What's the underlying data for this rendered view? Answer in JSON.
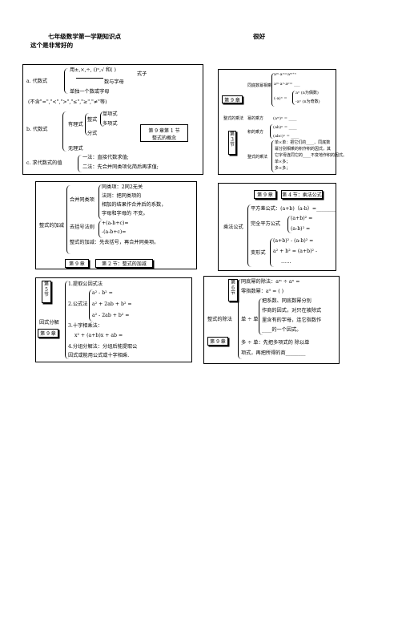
{
  "header": {
    "title": "七年级数学第一学期知识点",
    "right": "很好",
    "sub": "这个是非常好的"
  },
  "box1": {
    "a_label": "a. 代数式",
    "a_l1": "用±,×,÷, ()ⁿ,√ 和( )",
    "a_l2": "数与字母",
    "a_l3": "单独一个数或字母",
    "a_side": "式子",
    "a_note": "(不含\"=\",\"<\",\">\",\"≤\",\"≥\",\"≠\"等)",
    "b_label": "b. 代数式",
    "b_rational": "有理式",
    "b_integral": "整式",
    "b_mono": "单项式",
    "b_poly": "多项式",
    "b_frac": "分式",
    "b_irr": "无理式",
    "b_tag1": "第 9 章第 1 节",
    "b_tag2": "整式的概念",
    "c_label": "c. 求代数式的值",
    "c_l1": "一法：直接代数求值;",
    "c_l2": "二法：先合并同类项化简后再求值;"
  },
  "box2": {
    "tag": "第 9 章",
    "sec": "第 3 节",
    "r1_label": "同底数幂相乘",
    "r1_f1": "aᵐ·aⁿ=aᵐ⁺ⁿ",
    "r1_f2": "aᵐ·aⁿ·aᵖ= ___",
    "r1_f3": "aⁿ (n为偶数)",
    "r1_f4": "(-a)ⁿ =",
    "r1_f5": "-aⁿ (n为奇数)",
    "r2_label": "整式的乘法",
    "r2_a": "幂的乘方",
    "r2_af": "(aᵐ)ⁿ = ____",
    "r2_b": "积的乘方",
    "r2_bf1": "(ab)ⁿ = ____",
    "r2_bf2": "(abc)ⁿ = ____",
    "r3_label": "整式的乘法",
    "r3_l1": "单×单：把它们的____、同底数",
    "r3_l2": "幂分别相乘的积作积的因式，其",
    "r3_l3": "它字母连同它的____不变地作积的因式。",
    "r3_l4": "单×多；",
    "r3_l5": "多×多；"
  },
  "box3": {
    "label": "整式的加减",
    "same_label": "合并同类项",
    "s1": "同类项：2同2无关",
    "s2": "法则：把同类项的",
    "s3": "相加的结果作合并后的系数，",
    "s4": "字母和字母的          不变。",
    "br_label": "去括号法则",
    "br1": "+(a-b+c)=",
    "br2": "-(a-b+c)=",
    "add": "整式的加减：先去括号，再合并同类项。",
    "tag": "第 9 章",
    "tag2": "第 2 节：整式的加减"
  },
  "box4": {
    "tag": "第 9 章",
    "tag2": "第 4 节：乘法公式",
    "label": "乘法公式",
    "p1": "平方差公式：(a+b)（a-b）=________",
    "p2_label": "完全平方公式",
    "p2_a": "(a+b)² =",
    "p2_b": "(a-b)² =",
    "p3_label": "变形式",
    "p3_a": "(a+b)² - (a-b)² =",
    "p3_b": "a² + b² = (a+b)² -",
    "p3_c": "……"
  },
  "box5": {
    "sec": "第 5 节",
    "tag": "第 9 章",
    "label": "因式分解",
    "l1": "1.提取公因式法",
    "l2": "2.公式法",
    "f1": "a² - b² =",
    "f2": "a² + 2ab + b² =",
    "f3": "a² - 2ab + b² =",
    "l3": "3.十字相乘法：",
    "f4": "x² + (a+b)x + ab =",
    "l4": "4.分组分解法：分组后能提取公",
    "l5": "因式或能用公式或十字相乘."
  },
  "box6": {
    "sec": "第 6 节",
    "tag": "第 9 章",
    "label": "整式的除法",
    "l1": "同底幂的除法：aᵐ ÷ aⁿ =",
    "l2": "零指数幂：a⁰ =    (     )",
    "dd_label": "单 ÷ 单",
    "d1": "把系数、同底数幂分别",
    "d2": "作商的因式，对只在被除式",
    "d3": "里含有的字母，连它指数作",
    "d4": "____的一个因式。",
    "m1": "多 ÷ 单：先把多项式的          除以单",
    "m2": "项式，再把所得的商________"
  }
}
